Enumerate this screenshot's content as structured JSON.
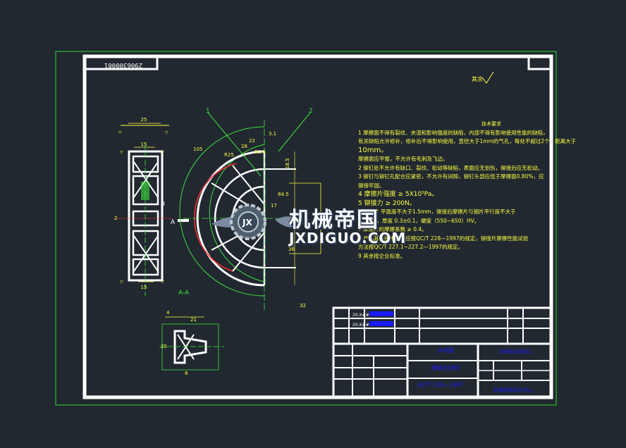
{
  "drawing": {
    "code_top_left": "2906300001",
    "roughness_note": "其余",
    "section_label": "A-A",
    "leader_1": "1",
    "leader_2": "2",
    "view_marker": "A"
  },
  "dimensions": {
    "side_top": "25",
    "side_inner": "15",
    "side_bottom": "15",
    "d_105": "105",
    "d_r25": "R25",
    "d_r25b": "R2.5",
    "d_31": "3.1",
    "d_22": "22",
    "d_28": "28",
    "d_185": "18.5",
    "d_845": "84.5",
    "d_17": "17",
    "d_21": "21",
    "d_8": "8",
    "d_4": "4",
    "d_25b": "25",
    "d_36": "36",
    "d_32": "32"
  },
  "tech_requirements": {
    "title": "技术要求",
    "lines": [
      "1 摩擦面不得有裂纹、夹渣和影响强度的缺陷，内部不得有影响使用性能的缺陷，",
      "  有关缺陷允许修补，修补后不得影响使用，直径大于1mm的气孔，每处不超过2个，距离大于",
      "10mm。",
      "  摩擦面应平整，不允许有毛刺及飞边。",
      "2 铆钉处不允许有缺口、裂纹、松动等缺陷，表面应无划伤，铆接后应无松动。",
      "3 铆钉与铆钉孔配合应紧密，不允许有间隙，铆钉头部应低于摩擦面0.80%，应",
      "  铆接牢固。",
      "4 摩擦片强度 ≥ 5X10⁵Pa。",
      "5 铆接力 ≥ 200N。",
      "6 摩擦片 平面度不大于1.5mm，铆接后摩擦片与钢片平行度不大于",
      "  0.3mm，厚度 0.3±0.1，硬度（550~650）HV。",
      "7 摩擦片的摩擦系数 ≥ 0.4。",
      "8 产品其他技术要求应按QC/T 228—1997的规定，铆接片摩擦性能试验",
      "  方法按QC/T 227.1~227.2—1997的规定。",
      "9 其余按企业标准。"
    ]
  },
  "title_block": {
    "part_name": "从动盘",
    "material": "摩擦片材料",
    "standard": "QC/T 228—1997",
    "drawing_no": "290630001",
    "company": "机械帝国设计中心",
    "row_a": "20-X##",
    "row_b": "20-X##"
  },
  "watermark": {
    "brand": "机械帝国",
    "url": "JXDIGUO.COM"
  },
  "colors": {
    "background": "#212830",
    "frame": "#ffffff",
    "outer_border": "#2bd92b",
    "geometry": "#3ee03e",
    "annotation": "#ffff40",
    "table_text": "#1a1aff",
    "centerline": "#ff3030"
  }
}
